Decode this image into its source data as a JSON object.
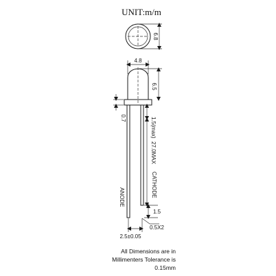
{
  "title": "UNIT:m/m",
  "top_view": {
    "diameter": "6.8"
  },
  "side_view": {
    "lens_diameter": "4.8",
    "lens_height": "6.5",
    "flange_thickness": "0.7",
    "base_to_bend": "1.5(max)",
    "lead_length": "27.0MAX",
    "cathode_label": "CATHODE",
    "anode_label": "ANODE",
    "lead_end": "1.5",
    "lead_section": "0.5X2",
    "lead_spacing": "2.5±0.05"
  },
  "note": {
    "line1": "All Dimensions are in",
    "line2": "Millimenters Tolerance is",
    "line3": "0.15mm"
  }
}
